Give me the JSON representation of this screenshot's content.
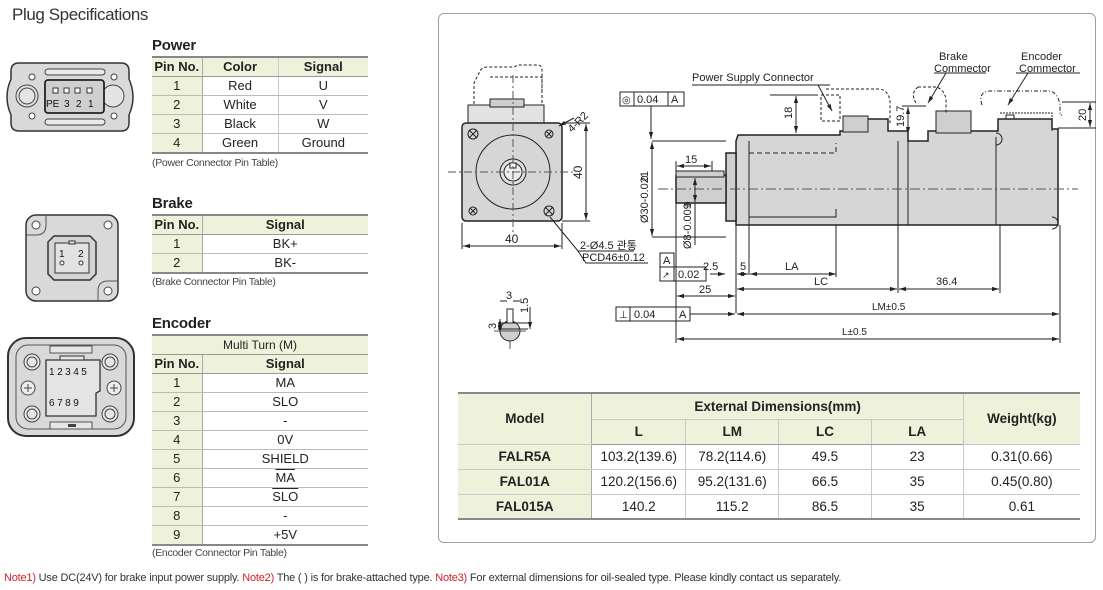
{
  "page": {
    "title": "Plug Specifications"
  },
  "power": {
    "title": "Power",
    "headers": [
      "Pin No.",
      "Color",
      "Signal"
    ],
    "rows": [
      {
        "pin": "1",
        "color": "Red",
        "signal": "U"
      },
      {
        "pin": "2",
        "color": "White",
        "signal": "V"
      },
      {
        "pin": "3",
        "color": "Black",
        "signal": "W"
      },
      {
        "pin": "4",
        "color": "Green",
        "signal": "Ground"
      }
    ],
    "caption": "(Power Connector Pin Table)",
    "connector_labels": [
      "PE",
      "3",
      "2",
      "1"
    ]
  },
  "brake": {
    "title": "Brake",
    "headers": [
      "Pin No.",
      "Signal"
    ],
    "rows": [
      {
        "pin": "1",
        "signal": "BK+"
      },
      {
        "pin": "2",
        "signal": "BK-"
      }
    ],
    "caption": "(Brake Connector Pin Table)",
    "connector_labels": [
      "1",
      "2"
    ]
  },
  "encoder": {
    "title": "Encoder",
    "group_header": "Multi Turn (M)",
    "headers": [
      "Pin No.",
      "Signal"
    ],
    "rows": [
      {
        "pin": "1",
        "signal": "MA",
        "overline": false
      },
      {
        "pin": "2",
        "signal": "SLO",
        "overline": false
      },
      {
        "pin": "3",
        "signal": "-",
        "overline": false
      },
      {
        "pin": "4",
        "signal": "0V",
        "overline": false
      },
      {
        "pin": "5",
        "signal": "SHIELD",
        "overline": false
      },
      {
        "pin": "6",
        "signal": "MA",
        "overline": true
      },
      {
        "pin": "7",
        "signal": "SLO",
        "overline": true
      },
      {
        "pin": "8",
        "signal": "-",
        "overline": false
      },
      {
        "pin": "9",
        "signal": "+5V",
        "overline": false
      }
    ],
    "caption": "(Encoder Connector Pin Table)",
    "connector_labels_top": [
      "1",
      "2",
      "3",
      "4",
      "5"
    ],
    "connector_labels_bottom": [
      "6",
      "7",
      "8",
      "9"
    ]
  },
  "drawing": {
    "labels": {
      "power_supply_connector": "Power Supply Connector",
      "brake_connector_l1": "Brake",
      "brake_connector_l2": "Commector",
      "encoder_connector_l1": "Encoder",
      "encoder_connector_l2": "Commector",
      "radius": "4-R2",
      "flange_w": "40",
      "flange_h": "40",
      "holes": "2-Ø4.5 관통",
      "pcd": "PCD46±0.12",
      "key_w": "3",
      "key_h": "3",
      "key_depth": "1.5",
      "concentricity_sym": "◎",
      "concentricity_val": "0.04",
      "datum": "A",
      "spigot_dia": "Ø30-0.021",
      "spigot_zero": "0",
      "shaft_dia": "Ø8-0.009",
      "shaft_zero": "0",
      "key_len": "15",
      "dim_18": "18",
      "dim_19_7": "19.7",
      "dim_20": "20",
      "dim_2_5": "2.5",
      "dim_5": "5",
      "dim_LA": "LA",
      "dim_LC": "LC",
      "dim_36_4": "36.4",
      "dim_25": "25",
      "dim_LM": "LM±0.5",
      "dim_L": "L±0.5",
      "runout_sym": "↗",
      "runout_val": "0.02",
      "perp_sym": "⊥",
      "perp_val": "0.04"
    }
  },
  "dimensions": {
    "header_model": "Model",
    "header_group": "External Dimensions(mm)",
    "header_weight": "Weight(kg)",
    "sub_headers": [
      "L",
      "LM",
      "LC",
      "LA"
    ],
    "rows": [
      {
        "model": "FALR5A",
        "L": "103.2(139.6)",
        "LM": "78.2(114.6)",
        "LC": "49.5",
        "LA": "23",
        "weight": "0.31(0.66)"
      },
      {
        "model": "FAL01A",
        "L": "120.2(156.6)",
        "LM": "95.2(131.6)",
        "LC": "66.5",
        "LA": "35",
        "weight": "0.45(0.80)"
      },
      {
        "model": "FAL015A",
        "L": "140.2",
        "LM": "115.2",
        "LC": "86.5",
        "LA": "35",
        "weight": "0.61"
      }
    ]
  },
  "notes": [
    {
      "label": "Note1)",
      "text": " Use DC(24V) for brake input power supply. "
    },
    {
      "label": "Note2)",
      "text": " The ( ) is for brake-attached type. "
    },
    {
      "label": "Note3)",
      "text": " For external dimensions for oil-sealed type. Please kindly contact us separately."
    }
  ],
  "colors": {
    "note_red": "#d4202a",
    "table_header_bg": "#eef2db",
    "motor_gray": "#d9d9d9"
  }
}
